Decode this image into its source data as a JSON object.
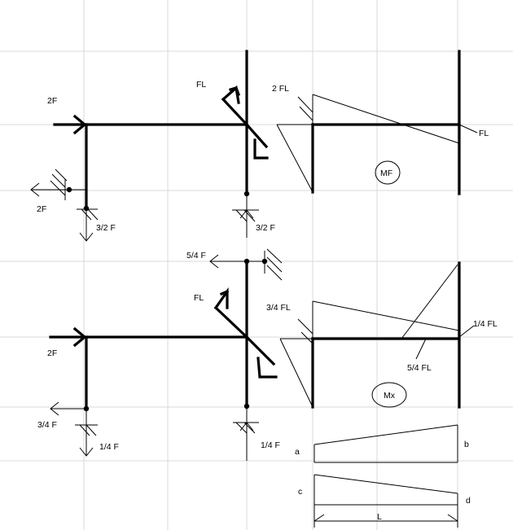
{
  "top": {
    "load_left": "2F",
    "load_moment": "FL",
    "reaction_left_h": "2F",
    "reaction_left_v": "3/2 F",
    "reaction_mid_v": "3/2 F",
    "diagram_left": "2 FL",
    "diagram_right": "FL",
    "diagram_tag": "MF"
  },
  "bottom": {
    "reaction_top": "5/4 F",
    "load_moment": "FL",
    "load_left": "2F",
    "reaction_left_h": "3/4 F",
    "reaction_left_v": "1/4 F",
    "reaction_mid_v": "1/4 F",
    "diagram_left": "3/4 FL",
    "diagram_right": "1/4 FL",
    "diagram_mid": "5/4 FL",
    "diagram_tag": "Mx"
  },
  "trapezoid": {
    "a": "a",
    "b": "b",
    "c": "c",
    "d": "d",
    "L": "L"
  }
}
